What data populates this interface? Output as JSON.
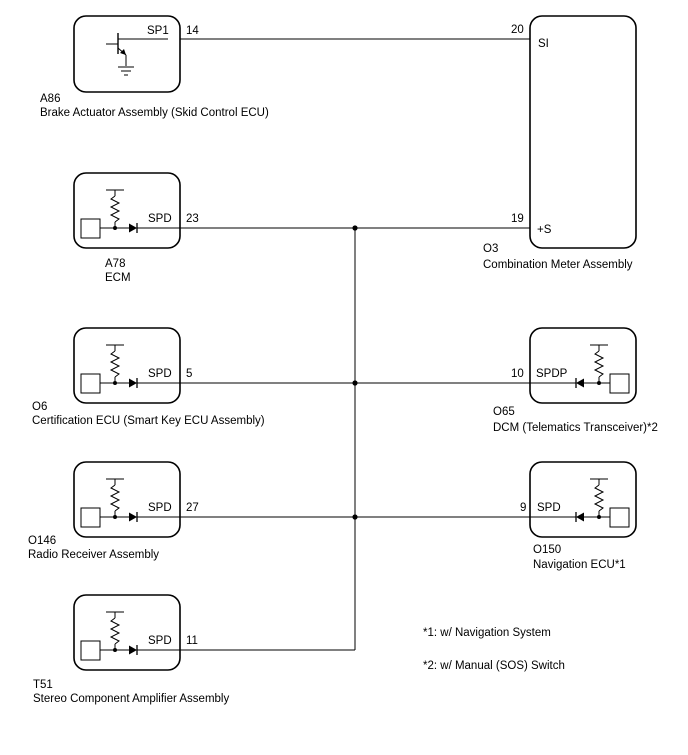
{
  "components": {
    "a86": {
      "code": "A86",
      "name": "Brake Actuator Assembly (Skid Control ECU)",
      "terminal": "SP1",
      "pin": "14"
    },
    "a78": {
      "code": "A78",
      "name": "ECM",
      "terminal": "SPD",
      "pin": "23"
    },
    "o6": {
      "code": "O6",
      "name": "Certification ECU (Smart Key ECU Assembly)",
      "terminal": "SPD",
      "pin": "5"
    },
    "o146": {
      "code": "O146",
      "name": "Radio Receiver Assembly",
      "terminal": "SPD",
      "pin": "27"
    },
    "t51": {
      "code": "T51",
      "name": "Stereo Component Amplifier Assembly",
      "terminal": "SPD",
      "pin": "11"
    },
    "o3": {
      "code": "O3",
      "name": "Combination Meter Assembly",
      "terminal_si": "SI",
      "pin_si": "20",
      "terminal_s": "+S",
      "pin_s": "19"
    },
    "o65": {
      "code": "O65",
      "name": "DCM (Telematics Transceiver)*2",
      "terminal": "SPDP",
      "pin": "10"
    },
    "o150": {
      "code": "O150",
      "name": "Navigation ECU*1",
      "terminal": "SPD",
      "pin": "9"
    }
  },
  "notes": [
    "*1: w/ Navigation System",
    "*2: w/ Manual (SOS) Switch"
  ]
}
